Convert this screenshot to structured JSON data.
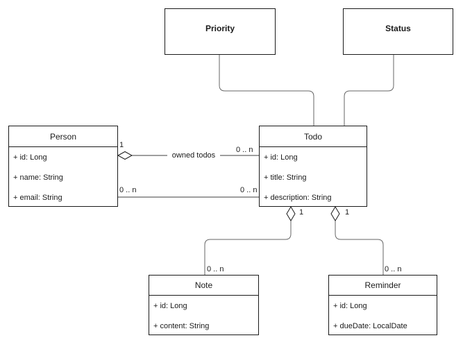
{
  "diagram": {
    "kind": "uml-class-diagram",
    "classes": [
      {
        "name": "Priority",
        "attributes": []
      },
      {
        "name": "Status",
        "attributes": []
      },
      {
        "name": "Person",
        "attributes": [
          "+ id: Long",
          "+ name: String",
          "+ email: String"
        ]
      },
      {
        "name": "Todo",
        "attributes": [
          "+ id: Long",
          "+ title: String",
          "+ description: String"
        ]
      },
      {
        "name": "Note",
        "attributes": [
          "+ id: Long",
          "+ content: String"
        ]
      },
      {
        "name": "Reminder",
        "attributes": [
          "+ id: Long",
          "+ dueDate: LocalDate"
        ]
      }
    ],
    "associations": [
      {
        "from": "Person",
        "to": "Todo",
        "type": "aggregation",
        "label": "owned todos",
        "from_multiplicity": "1",
        "to_multiplicity": "0 .. n"
      },
      {
        "from": "Person",
        "to": "Todo",
        "type": "association",
        "from_multiplicity": "0 .. n",
        "to_multiplicity": "0 .. n"
      },
      {
        "from": "Todo",
        "to": "Note",
        "type": "aggregation",
        "from_multiplicity": "1",
        "to_multiplicity": "0 .. n"
      },
      {
        "from": "Todo",
        "to": "Reminder",
        "type": "aggregation",
        "from_multiplicity": "1",
        "to_multiplicity": "0 .. n"
      },
      {
        "from": "Priority",
        "to": "Todo",
        "type": "association"
      },
      {
        "from": "Status",
        "to": "Todo",
        "type": "association"
      }
    ],
    "colors": {
      "background": "#ffffff",
      "box_border": "#1a1a1a",
      "box_fill": "#ffffff",
      "connector": "#666666",
      "text": "#1a1a1a"
    }
  }
}
